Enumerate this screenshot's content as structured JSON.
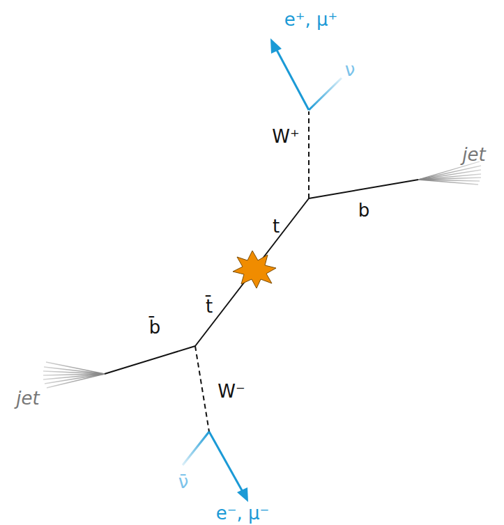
{
  "diagram": {
    "labels": [
      "e⁺, μ⁺",
      "ν",
      "W⁺",
      "jet",
      "b",
      "t",
      "t̄",
      "b̄",
      "jet",
      "W⁻",
      "ν̄",
      "e⁻, μ⁻"
    ]
  }
}
